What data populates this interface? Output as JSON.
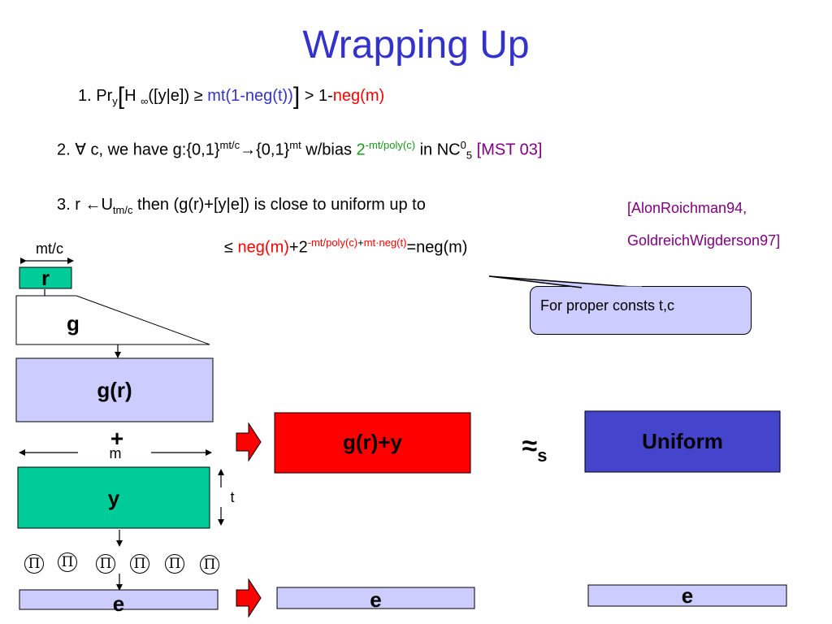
{
  "title": "Wrapping Up",
  "line1": {
    "num": "1. Pr",
    "sub_y": "y",
    "bracket_open": "[",
    "h": "H",
    "h_sub": "∞",
    "arg": "([y|e])",
    "geq": "≥",
    "mt_expr": "mt(1-neg(t))",
    "bracket_close": "]",
    "gt": ">",
    "one_minus": "1-",
    "neg": "neg",
    "neg_arg": "(m)"
  },
  "line2": {
    "num": "2.",
    "forall": "∀",
    "text1": "c, we have g:{0,1}",
    "sup1": "mt/c",
    "arrow": "→",
    "text2": "{0,1}",
    "sup2": "mt",
    "bias": "w/bias",
    "two": "2",
    "sup3": "-mt/poly(c)",
    "in_nc": "in NC",
    "nc_sup": "0",
    "nc_sub": "5",
    "ref": "[MST 03]"
  },
  "line3": {
    "num": "3. r",
    "larrow": "←",
    "u": "U",
    "u_sub": "tm/c",
    "text": "then (g(r)+[y|e]) is close to uniform up to"
  },
  "line4": {
    "leq": "≤",
    "neg_m": "neg(m)",
    "plus2": "+2",
    "sup_a": "-mt/poly(c)",
    "sup_plus": "+",
    "sup_b": "mt·neg(t)",
    "eq": "=neg(m)"
  },
  "refs": {
    "line1": "[AlonRoichman94,",
    "line2": "GoldreichWigderson97]"
  },
  "callout": "For proper consts t,c",
  "diagram": {
    "mt_c_label": "mt/c",
    "r_label": "r",
    "g_label": "g",
    "gr_label": "g(r)",
    "plus_label": "+",
    "m_label": "m",
    "y_label": "y",
    "t_label": "t",
    "pi_symbol": "Π",
    "pi_count": 6,
    "e_label": "e",
    "gr_plus_y_label": "g(r)+y",
    "approx_label": "≈",
    "approx_sub": "s",
    "uniform_label": "Uniform",
    "e_mid_label": "e",
    "e_right_label": "e"
  },
  "colors": {
    "title": "#3333cc",
    "lavender": "#ccccff",
    "teal": "#00cc99",
    "r_green": "#00cc99",
    "red": "#ff0000",
    "uniform_blue": "#4444cc",
    "green_text": "#1a9a1a",
    "purple_text": "#800080"
  }
}
